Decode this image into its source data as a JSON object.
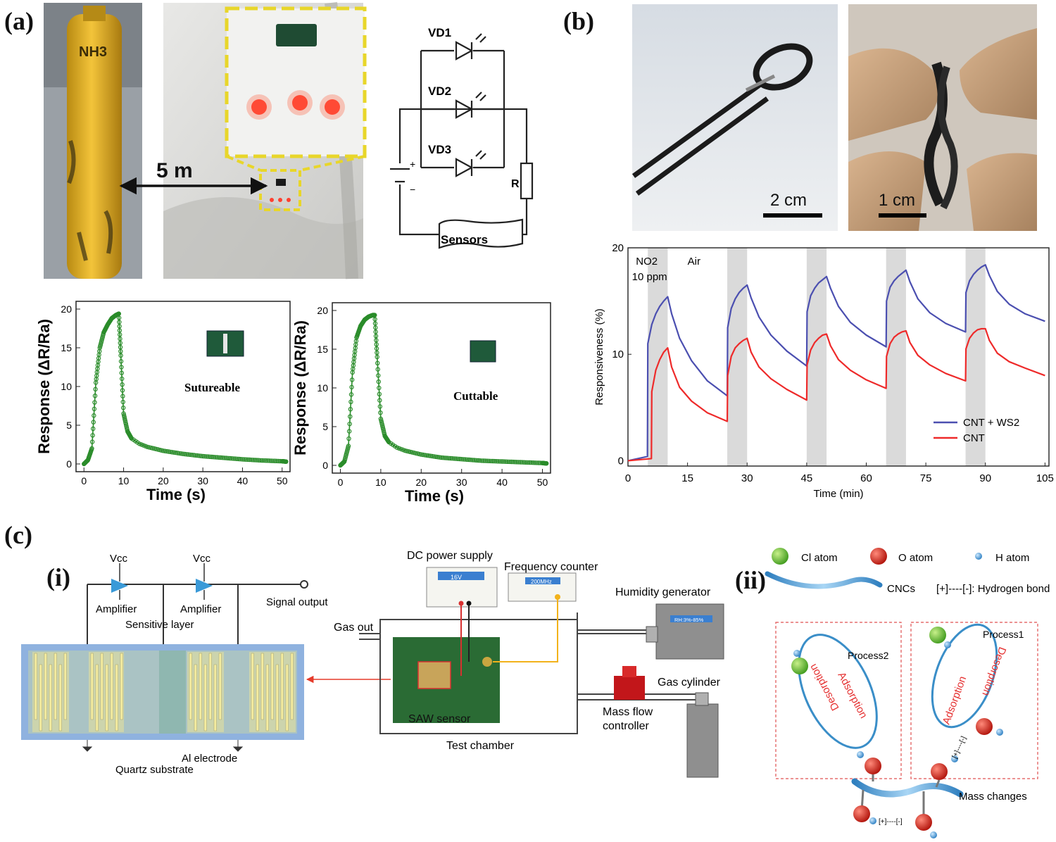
{
  "panels": {
    "a": {
      "label": "(a)",
      "distance_label": "5 m",
      "cylinder_label": "NH3",
      "circuit": {
        "diodes": [
          "VD1",
          "VD2",
          "VD3"
        ],
        "resistor": "R",
        "sensor": "Sensors",
        "plus": "+",
        "minus": "−"
      }
    },
    "b": {
      "label": "(b)",
      "scale_left": "2 cm",
      "scale_right": "1 cm"
    },
    "c": {
      "label": "(c)",
      "sub_i": "(i)",
      "sub_ii": "(ii)",
      "saw": {
        "vcc1": "Vcc",
        "vcc2": "Vcc",
        "amp1": "Amplifier",
        "amp2": "Amplifier",
        "signal": "Signal output",
        "sensitive": "Sensitive layer",
        "electrode": "Al electrode",
        "substrate": "Quartz substrate"
      },
      "setup": {
        "dc": "DC power supply",
        "dc_display": "16V",
        "freq": "Frequency counter",
        "freq_display": "200MHz",
        "gas_out": "Gas out",
        "humidity": "Humidity generator",
        "humidity_display": "RH:3%-85%",
        "cylinder": "Gas cylinder",
        "mfc_line1": "Mass flow",
        "mfc_line2": "controller",
        "saw_sensor": "SAW sensor",
        "chamber": "Test chamber"
      },
      "mechanism": {
        "legend_cl": "Cl atom",
        "legend_o": "O atom",
        "legend_h": "H atom",
        "legend_cncs": "CNCs",
        "legend_hbond": "[+]----[-]: Hydrogen bond",
        "process1": "Process1",
        "process2": "Process2",
        "adsorption": "Adsorption",
        "desorption": "Desorption",
        "hbond_small": "[+]----[-]",
        "mass_changes": "Mass changes"
      }
    }
  },
  "colors": {
    "green_series": "#2a8c2a",
    "blue_series": "#4b4fb0",
    "red_series": "#ee2a2a",
    "highlight_box": "#e8d62a",
    "cylinder_yellow": "#e7b526",
    "substrate_blue": "#7fa7d8",
    "electrode_yellow": "#f0e58a",
    "arrow_blue": "#3a8ec8"
  },
  "chart_data": [
    {
      "type": "scatter",
      "name_mark": "Sutureable",
      "annotation": "Sutureable",
      "xlabel": "Time (s)",
      "ylabel": "Response (ΔR/Ra)",
      "xlim": [
        -2,
        52
      ],
      "ylim": [
        -1,
        21
      ],
      "xticks": [
        0,
        10,
        20,
        30,
        40,
        50
      ],
      "yticks": [
        0,
        5,
        10,
        15,
        20
      ],
      "x": [
        0,
        1,
        2,
        3,
        4,
        5,
        6,
        7,
        8,
        8.8,
        9.3,
        10,
        11,
        12,
        14,
        16,
        20,
        25,
        30,
        35,
        40,
        45,
        50,
        51
      ],
      "y": [
        0,
        0.5,
        2.0,
        10.5,
        15.0,
        17.0,
        18.0,
        18.8,
        19.2,
        19.4,
        14.0,
        6.5,
        4.2,
        3.3,
        2.6,
        2.2,
        1.7,
        1.3,
        1.0,
        0.8,
        0.6,
        0.45,
        0.35,
        0.3
      ]
    },
    {
      "type": "scatter",
      "annotation": "Cuttable",
      "xlabel": "Time (s)",
      "ylabel": "Response (ΔR/Ra)",
      "xlim": [
        -2,
        52
      ],
      "ylim": [
        -1,
        21
      ],
      "xticks": [
        0,
        10,
        20,
        30,
        40,
        50
      ],
      "yticks": [
        0,
        5,
        10,
        15,
        20
      ],
      "x": [
        0,
        1,
        2,
        3,
        4,
        5,
        6,
        7,
        8,
        8.5,
        9.1,
        10,
        11,
        12,
        14,
        16,
        20,
        25,
        30,
        35,
        40,
        45,
        50,
        51
      ],
      "y": [
        0,
        0.5,
        2.5,
        12.0,
        16.5,
        18.0,
        18.8,
        19.2,
        19.4,
        19.4,
        14.0,
        6.0,
        3.8,
        3.0,
        2.3,
        1.9,
        1.4,
        1.0,
        0.8,
        0.6,
        0.5,
        0.4,
        0.3,
        0.25
      ]
    },
    {
      "type": "line",
      "xlabel": "Time (min)",
      "ylabel": "Responsiveness (%)",
      "xlim": [
        0,
        106
      ],
      "ylim": [
        -0.5,
        20
      ],
      "xticks": [
        0,
        15,
        30,
        45,
        60,
        75,
        90,
        105
      ],
      "yticks": [
        0,
        10,
        20
      ],
      "annotations": [
        "NO2",
        "10 ppm",
        "Air"
      ],
      "shaded": [
        [
          5,
          10
        ],
        [
          25,
          30
        ],
        [
          45,
          50
        ],
        [
          65,
          70
        ],
        [
          85,
          90
        ]
      ],
      "series": [
        {
          "name": "CNT + WS2",
          "x": [
            0,
            4.9,
            5,
            6,
            7,
            8,
            9,
            10,
            11,
            13,
            16,
            20,
            25,
            25.1,
            26,
            27,
            28,
            29,
            30,
            31,
            33,
            36,
            40,
            45,
            45.1,
            46,
            47,
            48,
            49,
            50,
            51,
            53,
            56,
            60,
            65,
            65.1,
            66,
            67,
            68,
            69,
            70,
            71,
            73,
            76,
            80,
            85,
            85.1,
            86,
            87,
            88,
            89,
            90,
            91,
            93,
            96,
            100,
            105
          ],
          "y": [
            0,
            0.4,
            11.0,
            12.8,
            13.8,
            14.5,
            15.0,
            15.4,
            13.8,
            11.5,
            9.4,
            7.5,
            6.1,
            12.5,
            14.3,
            15.2,
            15.8,
            16.2,
            16.5,
            15.3,
            13.5,
            11.8,
            10.3,
            8.9,
            14.0,
            15.5,
            16.2,
            16.7,
            17.0,
            17.3,
            16.2,
            14.5,
            13.0,
            11.8,
            10.7,
            15.0,
            16.3,
            16.9,
            17.3,
            17.6,
            17.9,
            16.8,
            15.2,
            13.9,
            12.9,
            12.1,
            15.8,
            16.9,
            17.5,
            17.9,
            18.2,
            18.4,
            17.4,
            15.9,
            14.7,
            13.8,
            13.1
          ]
        },
        {
          "name": "CNT",
          "x": [
            0,
            5.9,
            6,
            7,
            8,
            9,
            10,
            11,
            13,
            16,
            20,
            25,
            25.1,
            26,
            27,
            28,
            29,
            30,
            31,
            33,
            36,
            40,
            45,
            45.1,
            46,
            47,
            48,
            49,
            50,
            51,
            53,
            56,
            60,
            65,
            65.1,
            66,
            67,
            68,
            69,
            70,
            71,
            73,
            76,
            80,
            85,
            85.1,
            86,
            87,
            88,
            89,
            90,
            91,
            93,
            96,
            100,
            105
          ],
          "y": [
            0,
            0.2,
            6.5,
            8.5,
            9.5,
            10.2,
            10.6,
            8.8,
            6.9,
            5.6,
            4.5,
            3.7,
            8.0,
            9.8,
            10.6,
            11.0,
            11.3,
            11.5,
            10.2,
            8.8,
            7.7,
            6.7,
            5.7,
            9.0,
            10.4,
            11.1,
            11.5,
            11.8,
            11.9,
            10.8,
            9.5,
            8.5,
            7.6,
            6.8,
            9.8,
            11.0,
            11.6,
            11.9,
            12.1,
            12.2,
            11.1,
            9.9,
            9.0,
            8.2,
            7.5,
            10.5,
            11.5,
            12.0,
            12.3,
            12.4,
            12.4,
            11.3,
            10.1,
            9.3,
            8.7,
            8.0
          ]
        }
      ]
    }
  ]
}
